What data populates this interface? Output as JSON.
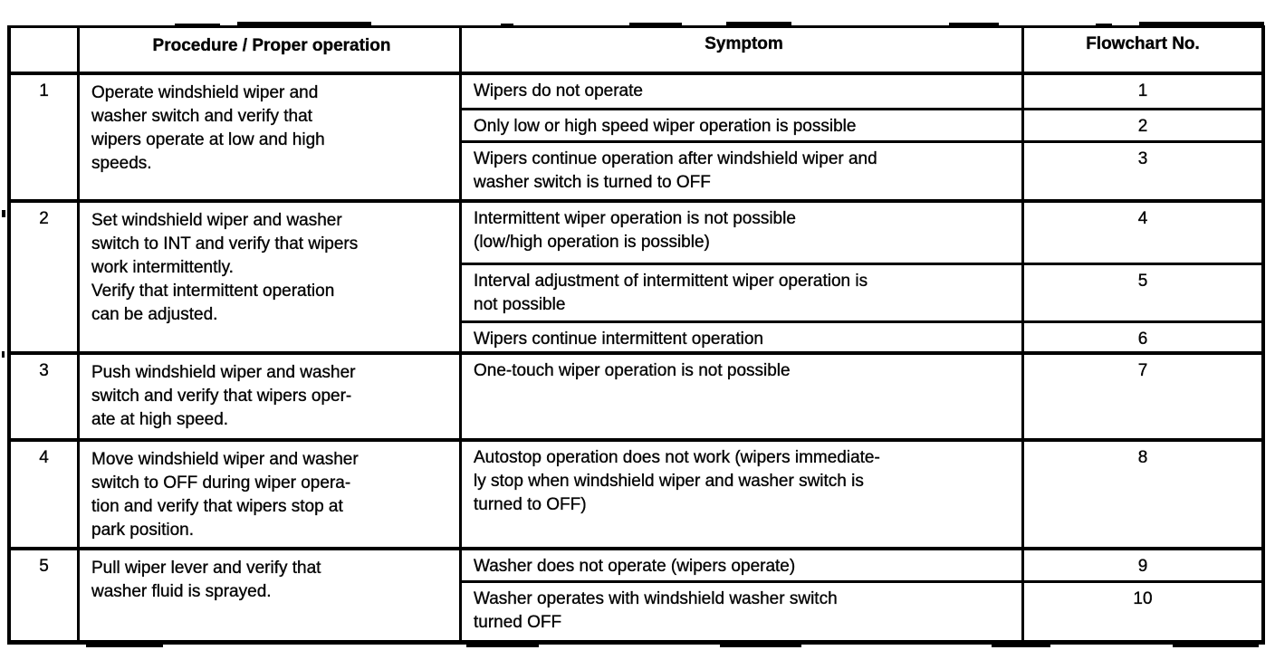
{
  "table": {
    "headers": {
      "step": "",
      "procedure": "Procedure / Proper operation",
      "symptom": "Symptom",
      "flowchart": "Flowchart No."
    },
    "groups": [
      {
        "step": "1",
        "procedure": "Operate windshield wiper and\nwasher switch and verify that\nwipers operate at low and high\nspeeds.",
        "symptoms": [
          {
            "text": "Wipers do not operate",
            "flowchart": "1"
          },
          {
            "text": "Only low or high speed wiper operation is possible",
            "flowchart": "2"
          },
          {
            "text": "Wipers continue operation after windshield wiper and\nwasher switch is turned to OFF",
            "flowchart": "3"
          }
        ]
      },
      {
        "step": "2",
        "procedure": "Set windshield wiper and washer\nswitch to INT and verify that wipers\nwork intermittently.\nVerify that intermittent operation\ncan be adjusted.",
        "symptoms": [
          {
            "text": "Intermittent wiper operation is not possible\n(low/high operation is possible)",
            "flowchart": "4"
          },
          {
            "text": "Interval adjustment of intermittent wiper operation is\nnot possible",
            "flowchart": "5"
          },
          {
            "text": "Wipers continue intermittent operation",
            "flowchart": "6"
          }
        ]
      },
      {
        "step": "3",
        "procedure": "Push windshield wiper and washer\nswitch and verify that wipers oper-\nate at high speed.",
        "symptoms": [
          {
            "text": "One-touch wiper operation is not possible",
            "flowchart": "7"
          }
        ]
      },
      {
        "step": "4",
        "procedure": "Move windshield wiper and washer\nswitch to OFF during wiper opera-\ntion and verify that wipers stop at\npark position.",
        "symptoms": [
          {
            "text": "Autostop operation does not work (wipers immediate-\nly stop when windshield wiper and washer switch is\nturned to OFF)",
            "flowchart": "8"
          }
        ]
      },
      {
        "step": "5",
        "procedure": "Pull wiper lever and verify that\nwasher fluid is sprayed.",
        "symptoms": [
          {
            "text": "Washer does not operate (wipers operate)",
            "flowchart": "9"
          },
          {
            "text": "Washer operates with windshield washer switch\nturned OFF",
            "flowchart": "10"
          }
        ]
      }
    ]
  }
}
